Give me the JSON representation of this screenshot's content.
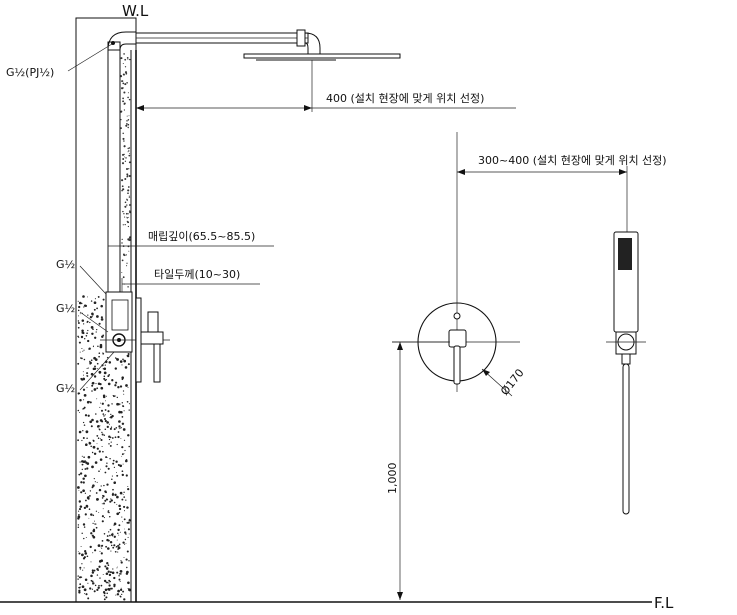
{
  "labels": {
    "wall_line": "W.L",
    "floor_line": "F.L",
    "top_fitting": "G½(PJ½)",
    "fitting_upper": "G½",
    "fitting_middle": "G½",
    "fitting_lower": "G½",
    "arm_length": "400 (설치 현장에 맞게 위치 선정)",
    "hand_offset": "300~400 (설치 현장에 맞게 위치 선정)",
    "embed_depth": "매립깊이(65.5~85.5)",
    "tile_thickness": "타일두께(10~30)",
    "plate_diameter": "Ø170",
    "height": "1,000"
  }
}
